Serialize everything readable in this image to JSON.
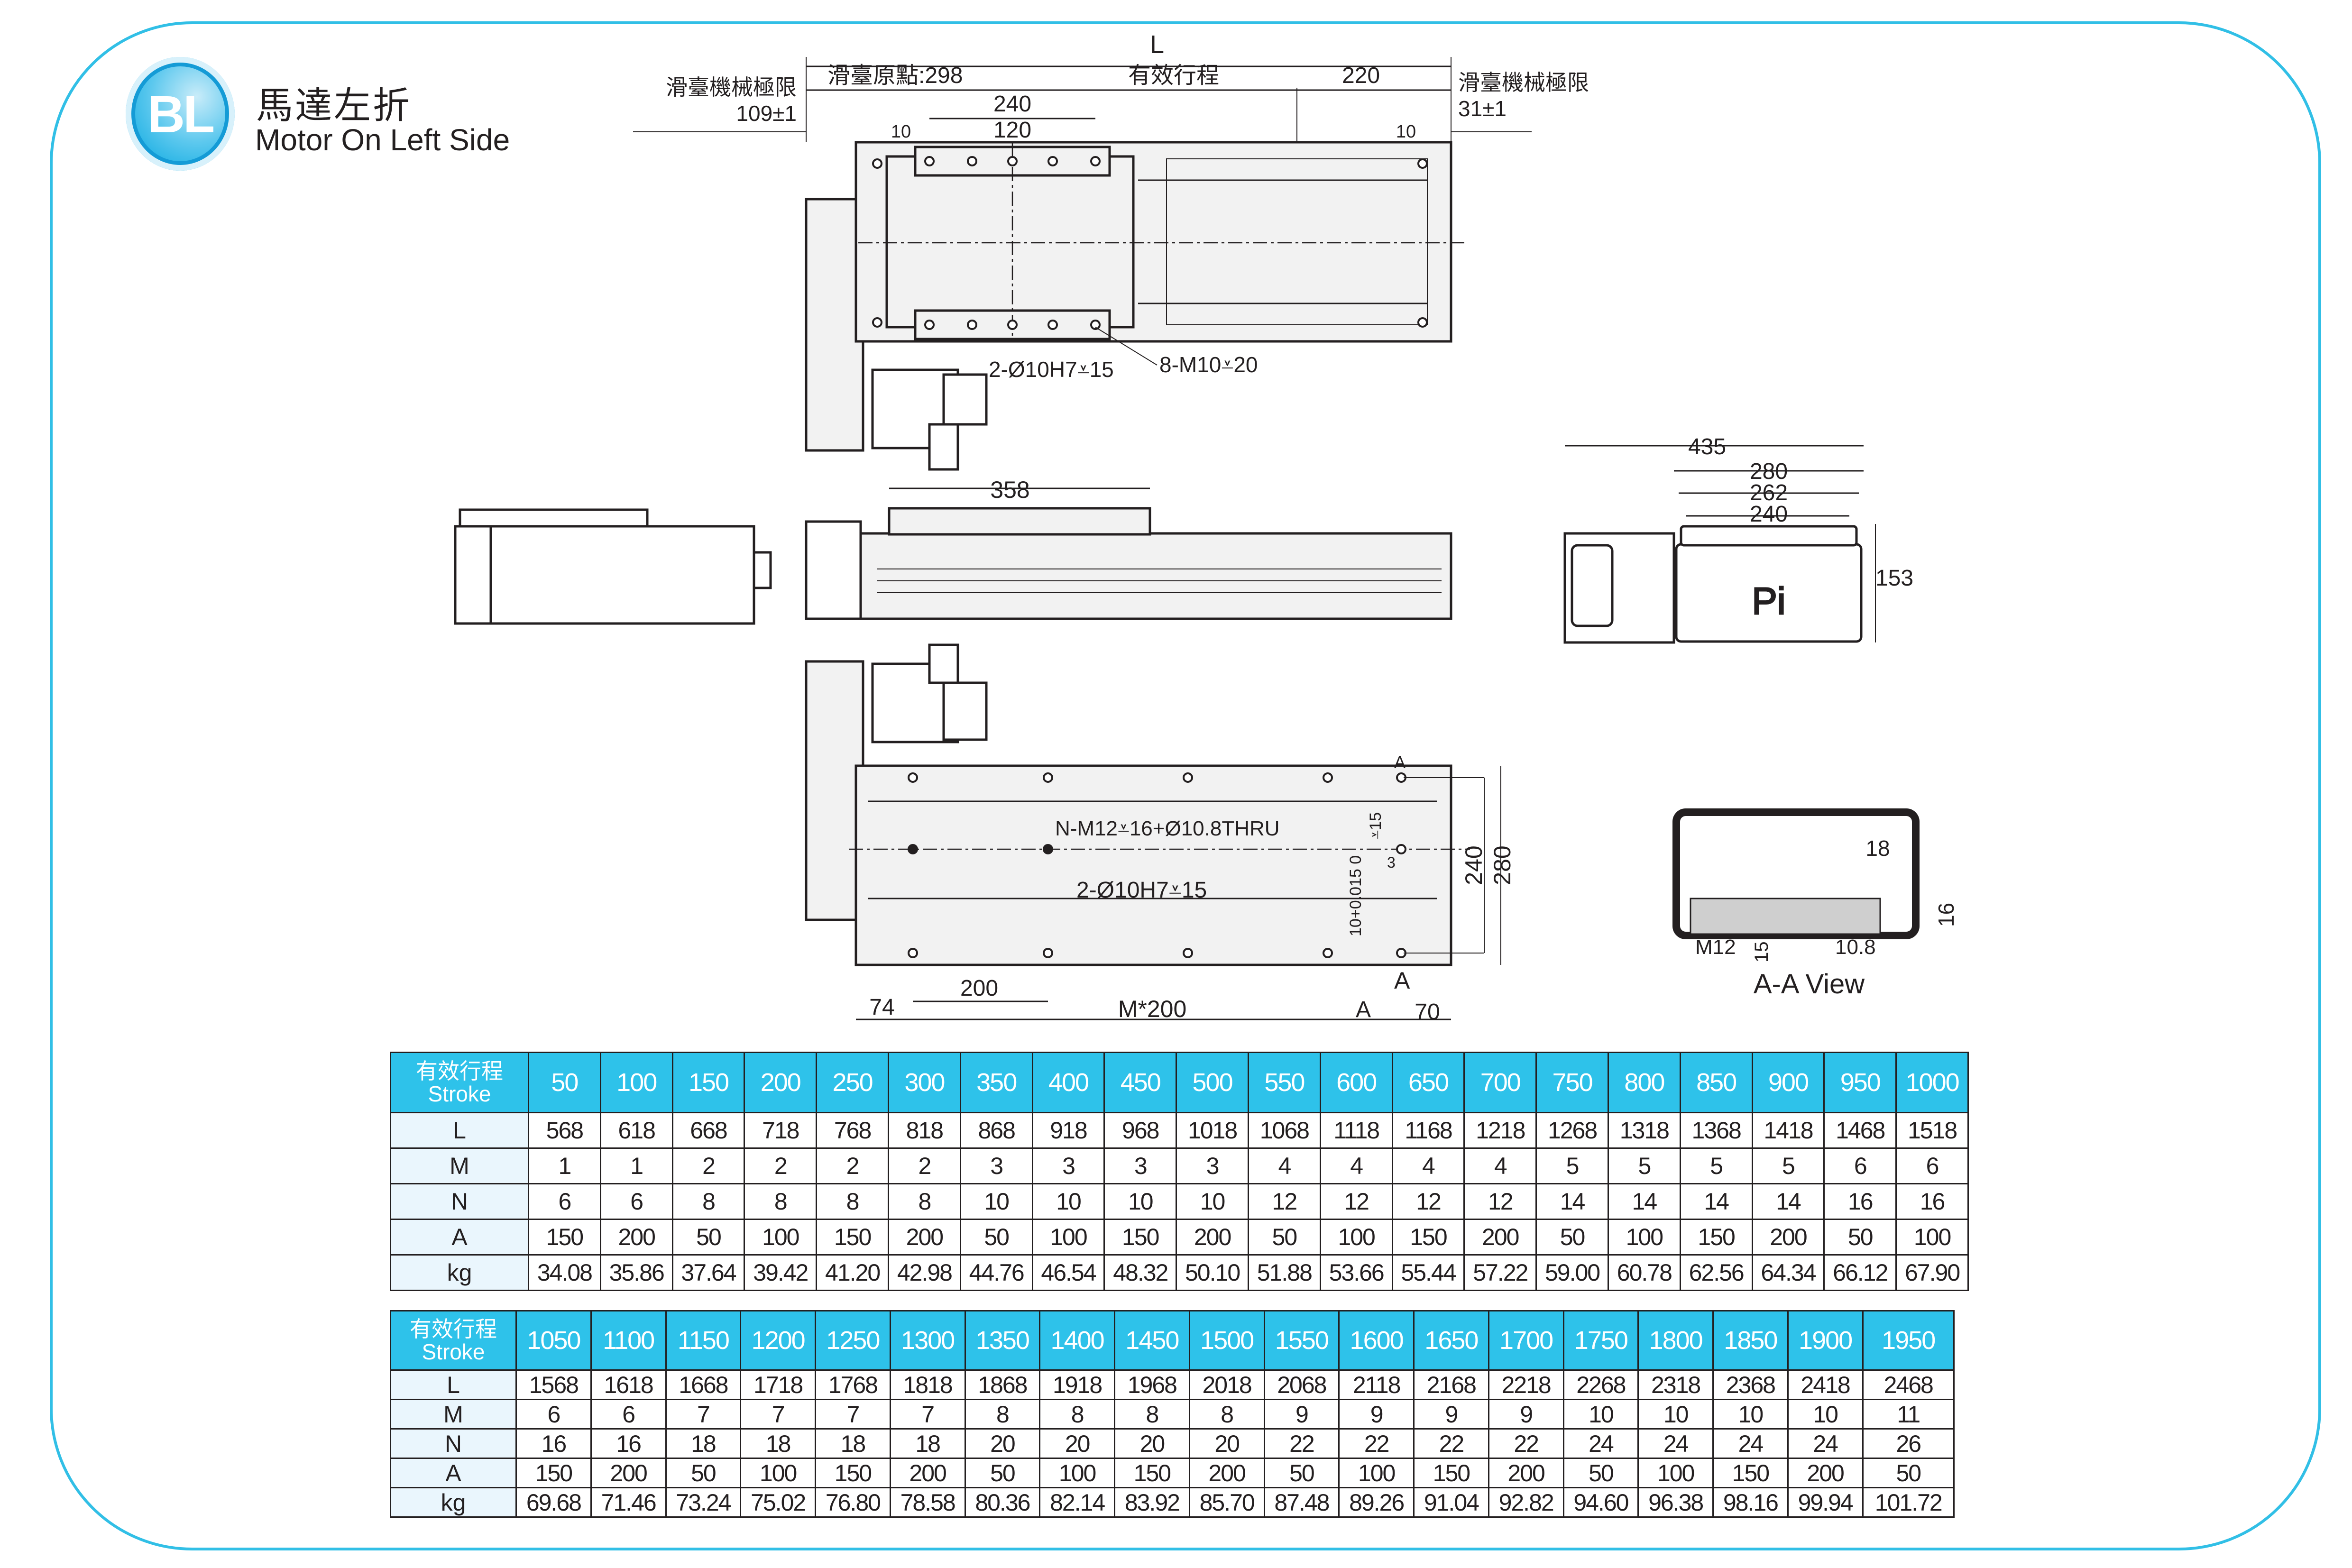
{
  "header": {
    "badge": "BL",
    "title_cn": "馬達左折",
    "title_en": "Motor On Left Side"
  },
  "colors": {
    "frame": "#31bfe6",
    "table_header": "#2ec2ea",
    "row_label_bg": "#eaf6fd"
  },
  "top_view": {
    "length_label": "L",
    "left_limit_label": "滑臺機械極限",
    "left_limit_value": "109±1",
    "origin_label": "滑臺原點:298",
    "stroke_label": "有效行程",
    "right_dim": "220",
    "right_limit_label": "滑臺機械極限",
    "right_limit_value": "31±1",
    "dim_240": "240",
    "dim_120": "120",
    "dim_10_left": "10",
    "dim_10_right": "10",
    "pin_callout": "2-Ø10H7⩡15",
    "tap_callout": "8-M10⩡20"
  },
  "side_view": {
    "dim_358": "358"
  },
  "end_view": {
    "dim_435": "435",
    "dim_280": "280",
    "dim_262": "262",
    "dim_240": "240",
    "dim_153": "153",
    "logo": "Pi"
  },
  "bottom_view": {
    "section_mark": "A",
    "section_mark_bottom": "A",
    "hole_callout": "N-M12⩡16+Ø10.8THRU",
    "pin_callout": "2-Ø10H7⩡15",
    "slot_tolerance": "10+0.015 0",
    "slot_depth": "⩡15",
    "slot_dim": "3",
    "dim_240": "240",
    "dim_280": "280",
    "dim_74": "74",
    "dim_200": "200",
    "dim_m200": "M*200",
    "dim_a": "A",
    "dim_70": "70"
  },
  "section_view": {
    "dim_18": "18",
    "dim_16": "16",
    "dim_m12": "M12",
    "dim_15": "15",
    "dim_10_8": "10.8",
    "caption": "A-A View"
  },
  "tables": [
    {
      "header_cn": "有效行程",
      "header_en": "Stroke",
      "strokes": [
        "50",
        "100",
        "150",
        "200",
        "250",
        "300",
        "350",
        "400",
        "450",
        "500",
        "550",
        "600",
        "650",
        "700",
        "750",
        "800",
        "850",
        "900",
        "950",
        "1000"
      ],
      "rows": [
        {
          "label": "L",
          "values": [
            "568",
            "618",
            "668",
            "718",
            "768",
            "818",
            "868",
            "918",
            "968",
            "1018",
            "1068",
            "1118",
            "1168",
            "1218",
            "1268",
            "1318",
            "1368",
            "1418",
            "1468",
            "1518"
          ]
        },
        {
          "label": "M",
          "values": [
            "1",
            "1",
            "2",
            "2",
            "2",
            "2",
            "3",
            "3",
            "3",
            "3",
            "4",
            "4",
            "4",
            "4",
            "5",
            "5",
            "5",
            "5",
            "6",
            "6"
          ]
        },
        {
          "label": "N",
          "values": [
            "6",
            "6",
            "8",
            "8",
            "8",
            "8",
            "10",
            "10",
            "10",
            "10",
            "12",
            "12",
            "12",
            "12",
            "14",
            "14",
            "14",
            "14",
            "16",
            "16"
          ]
        },
        {
          "label": "A",
          "values": [
            "150",
            "200",
            "50",
            "100",
            "150",
            "200",
            "50",
            "100",
            "150",
            "200",
            "50",
            "100",
            "150",
            "200",
            "50",
            "100",
            "150",
            "200",
            "50",
            "100"
          ]
        },
        {
          "label": "kg",
          "values": [
            "34.08",
            "35.86",
            "37.64",
            "39.42",
            "41.20",
            "42.98",
            "44.76",
            "46.54",
            "48.32",
            "50.10",
            "51.88",
            "53.66",
            "55.44",
            "57.22",
            "59.00",
            "60.78",
            "62.56",
            "64.34",
            "66.12",
            "67.90"
          ]
        }
      ]
    },
    {
      "header_cn": "有效行程",
      "header_en": "Stroke",
      "strokes": [
        "1050",
        "1100",
        "1150",
        "1200",
        "1250",
        "1300",
        "1350",
        "1400",
        "1450",
        "1500",
        "1550",
        "1600",
        "1650",
        "1700",
        "1750",
        "1800",
        "1850",
        "1900",
        "1950"
      ],
      "rows": [
        {
          "label": "L",
          "values": [
            "1568",
            "1618",
            "1668",
            "1718",
            "1768",
            "1818",
            "1868",
            "1918",
            "1968",
            "2018",
            "2068",
            "2118",
            "2168",
            "2218",
            "2268",
            "2318",
            "2368",
            "2418",
            "2468"
          ]
        },
        {
          "label": "M",
          "values": [
            "6",
            "6",
            "7",
            "7",
            "7",
            "7",
            "8",
            "8",
            "8",
            "8",
            "9",
            "9",
            "9",
            "9",
            "10",
            "10",
            "10",
            "10",
            "11"
          ]
        },
        {
          "label": "N",
          "values": [
            "16",
            "16",
            "18",
            "18",
            "18",
            "18",
            "20",
            "20",
            "20",
            "20",
            "22",
            "22",
            "22",
            "22",
            "24",
            "24",
            "24",
            "24",
            "26"
          ]
        },
        {
          "label": "A",
          "values": [
            "150",
            "200",
            "50",
            "100",
            "150",
            "200",
            "50",
            "100",
            "150",
            "200",
            "50",
            "100",
            "150",
            "200",
            "50",
            "100",
            "150",
            "200",
            "50"
          ]
        },
        {
          "label": "kg",
          "values": [
            "69.68",
            "71.46",
            "73.24",
            "75.02",
            "76.80",
            "78.58",
            "80.36",
            "82.14",
            "83.92",
            "85.70",
            "87.48",
            "89.26",
            "91.04",
            "92.82",
            "94.60",
            "96.38",
            "98.16",
            "99.94",
            "101.72"
          ]
        }
      ]
    }
  ]
}
